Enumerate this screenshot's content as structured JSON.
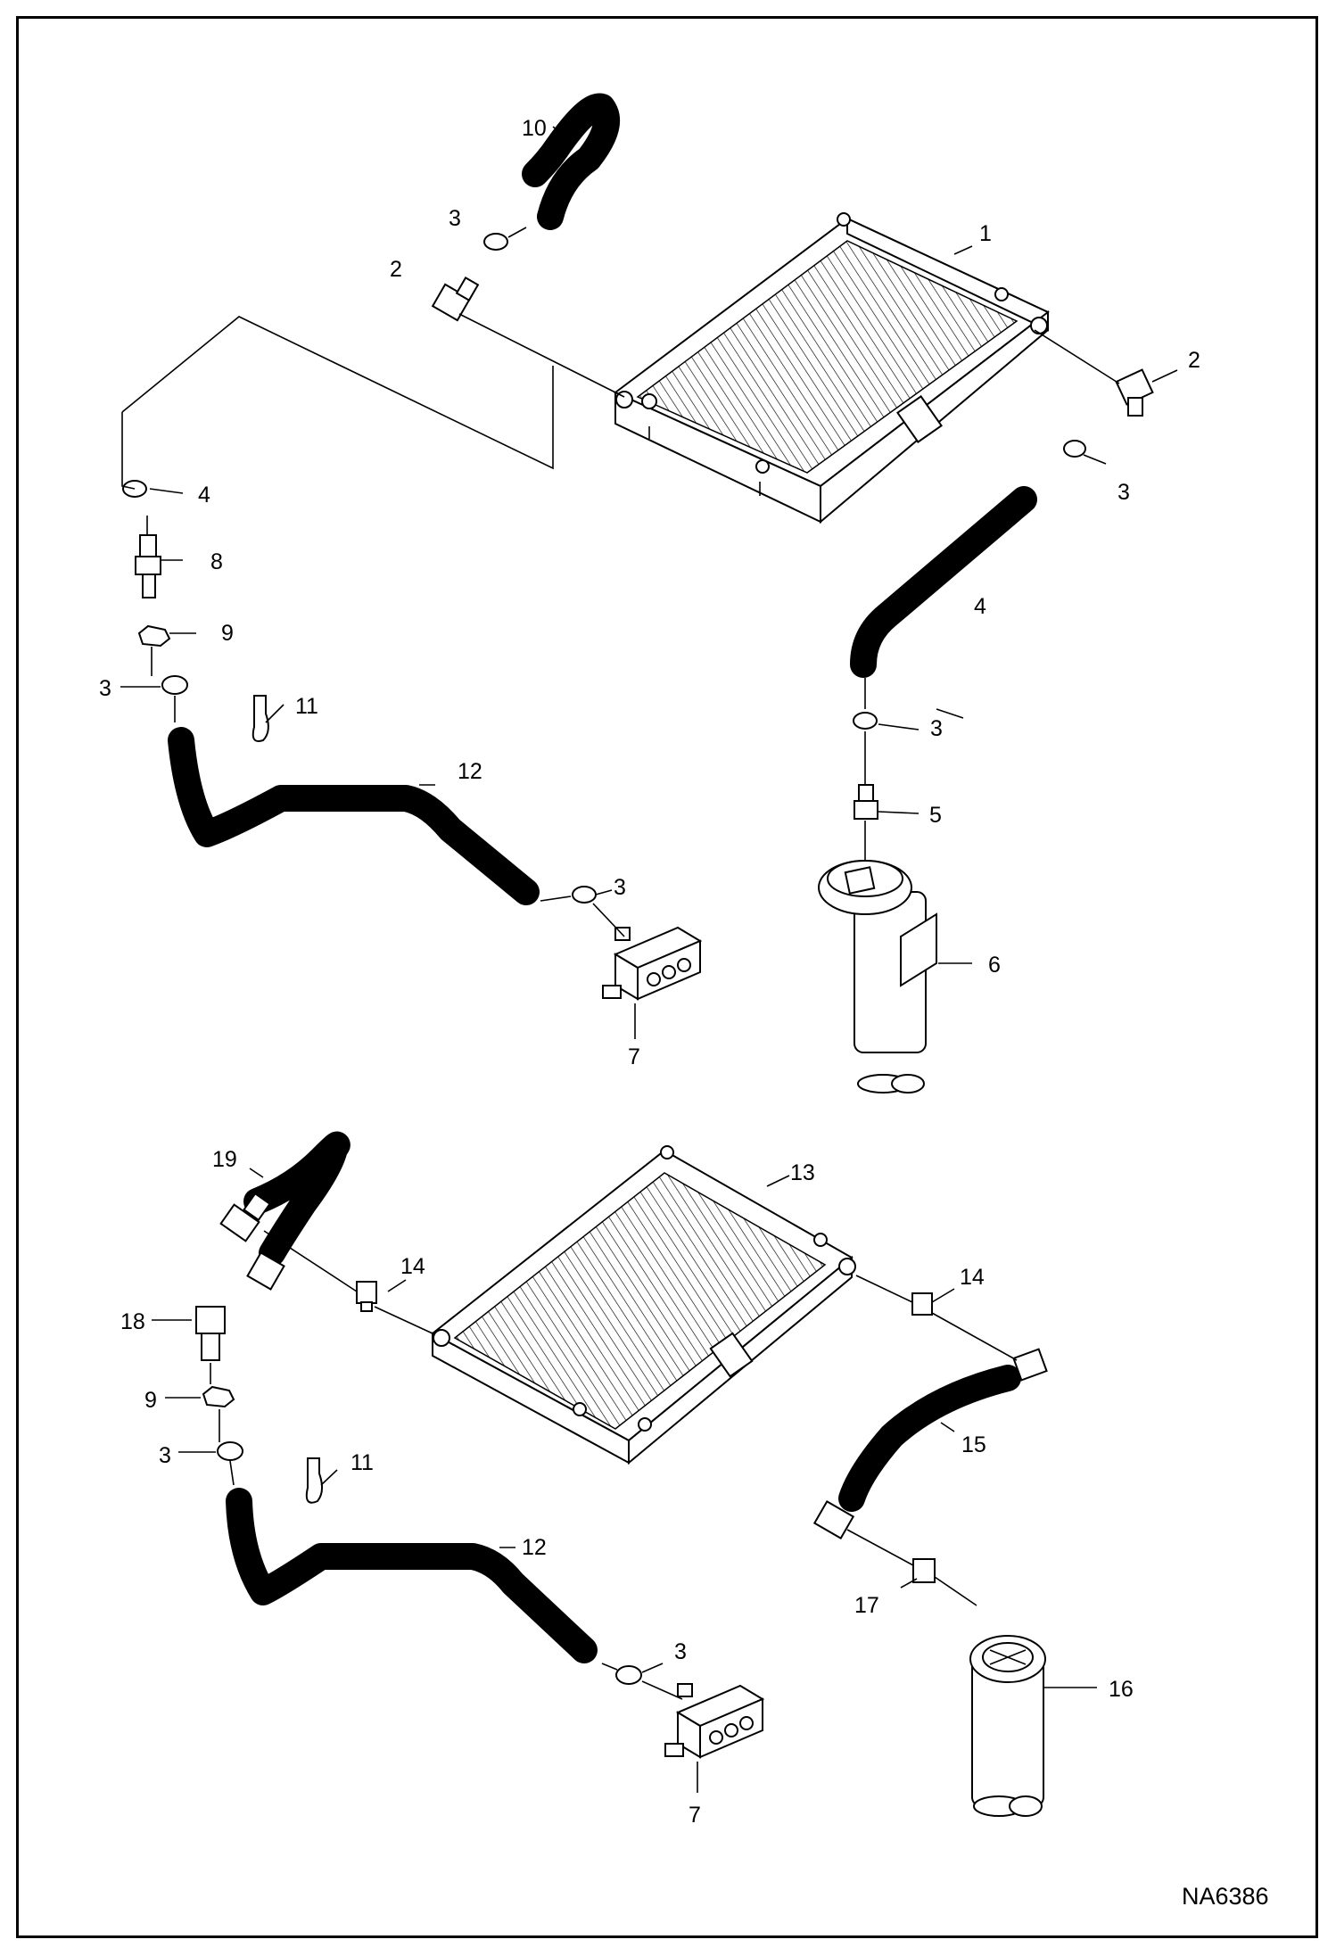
{
  "figure_code": "NA6386",
  "callouts": {
    "upper": {
      "c1": "1",
      "c2a": "2",
      "c2b": "2",
      "c3a": "3",
      "c3b": "3",
      "c3c": "3",
      "c3d": "3",
      "c3e": "3",
      "c4a": "4",
      "c4b": "4",
      "c5": "5",
      "c6": "6",
      "c7": "7",
      "c8": "8",
      "c9": "9",
      "c10": "10",
      "c11": "11",
      "c12": "12"
    },
    "lower": {
      "c13": "13",
      "c14a": "14",
      "c14b": "14",
      "c15": "15",
      "c16": "16",
      "c17": "17",
      "c18": "18",
      "c19": "19",
      "c9": "9",
      "c3a": "3",
      "c3b": "3",
      "c11": "11",
      "c12": "12",
      "c7": "7"
    }
  },
  "colors": {
    "line": "#000000",
    "background": "#ffffff"
  }
}
